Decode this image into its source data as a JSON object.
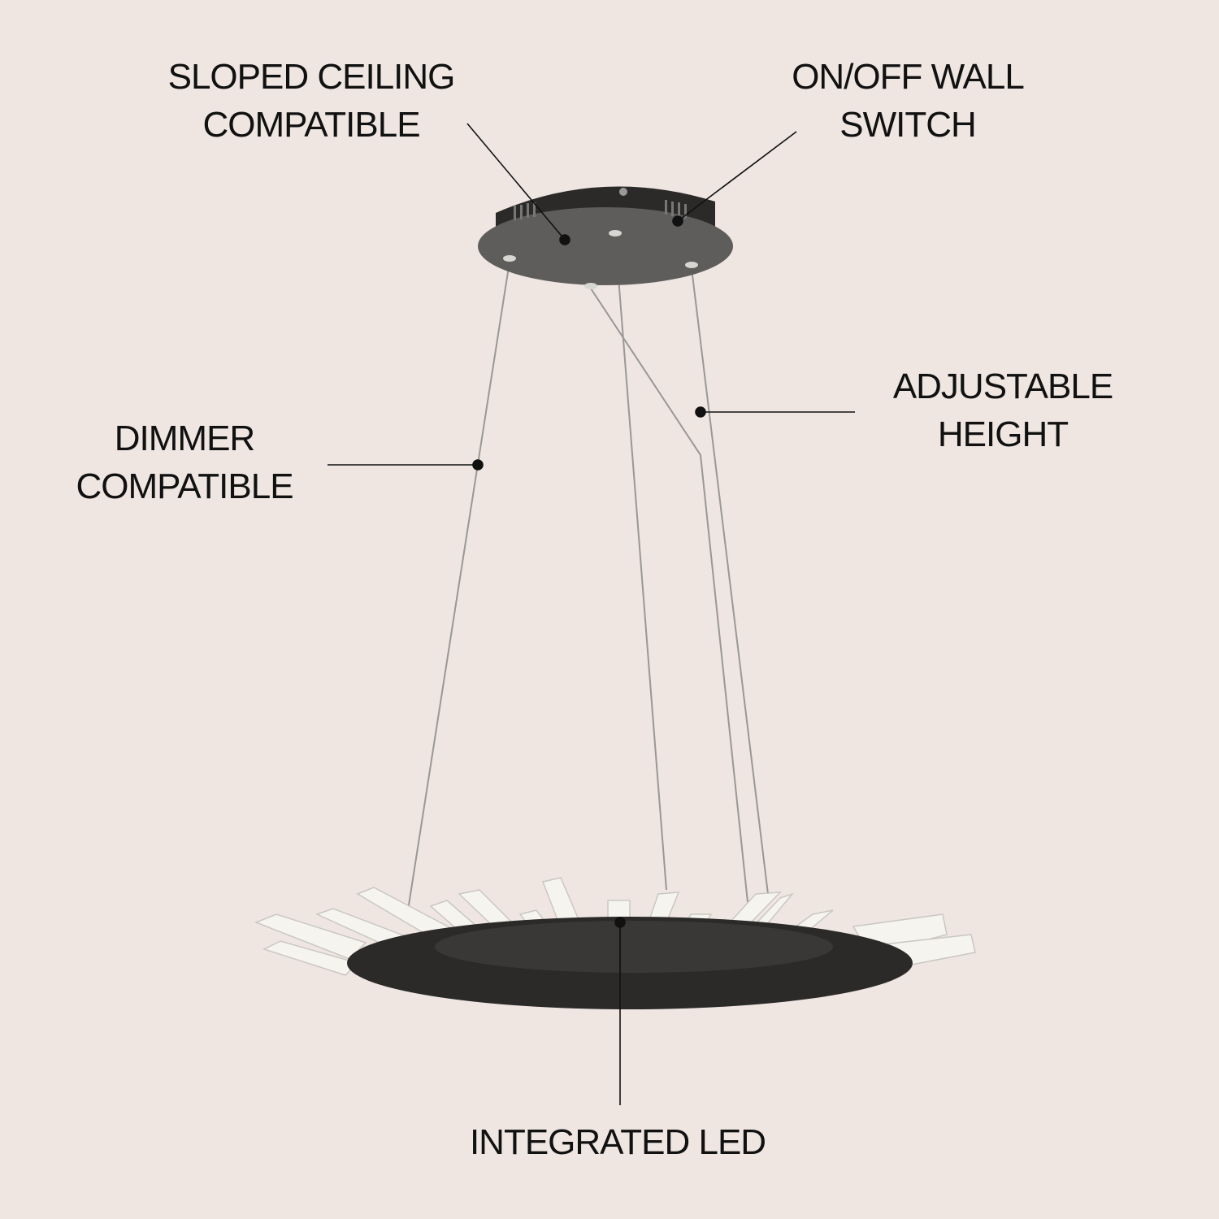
{
  "callouts": {
    "sloped_ceiling": {
      "line1": "SLOPED CEILING",
      "line2": "COMPATIBLE"
    },
    "wall_switch": {
      "line1": "ON/OFF WALL",
      "line2": "SWITCH"
    },
    "adjustable_height": {
      "line1": "ADJUSTABLE",
      "line2": "HEIGHT"
    },
    "dimmer": {
      "line1": "DIMMER",
      "line2": "COMPATIBLE"
    },
    "integrated_led": {
      "line1": "INTEGRATED LED"
    }
  },
  "colors": {
    "background": "#efe6e2",
    "fixture": "#2b2a29",
    "canopy_plate": "#5e5d5b",
    "text": "#111111"
  }
}
